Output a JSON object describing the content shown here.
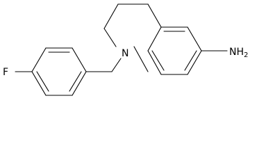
{
  "molecule": {
    "atoms": {
      "fluorine": "F",
      "nitrogen": "N",
      "amine": "NH",
      "amine_subscript": "2"
    },
    "colors": {
      "bond": "#000000",
      "text": "#000000",
      "background": "#ffffff"
    }
  }
}
